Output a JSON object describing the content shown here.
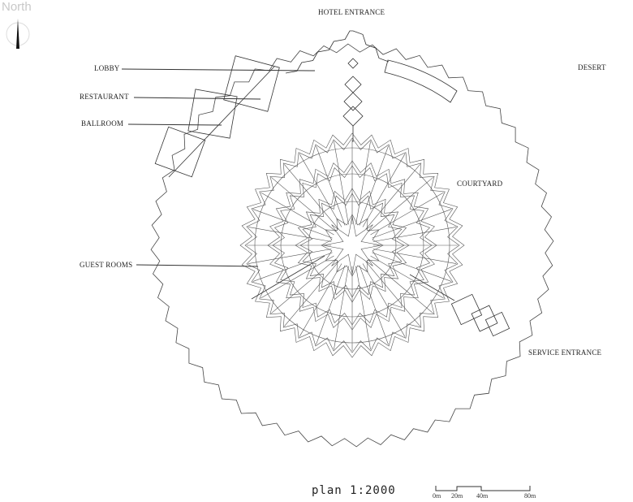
{
  "north_label": "North",
  "labels": {
    "hotel_entrance": "HOTEL ENTRANCE",
    "desert": "DESERT",
    "lobby": "LOBBY",
    "restaurant": "RESTAURANT",
    "ballroom": "BALLROOM",
    "courtyard": "COURTYARD",
    "guest_rooms": "GUEST ROOMS",
    "service_entrance": "SERVICE ENTRANCE"
  },
  "title": "plan  1:2000",
  "scale_bar": {
    "ticks": [
      "0m",
      "20m",
      "40m",
      "80m"
    ]
  },
  "line_color": "#333333"
}
